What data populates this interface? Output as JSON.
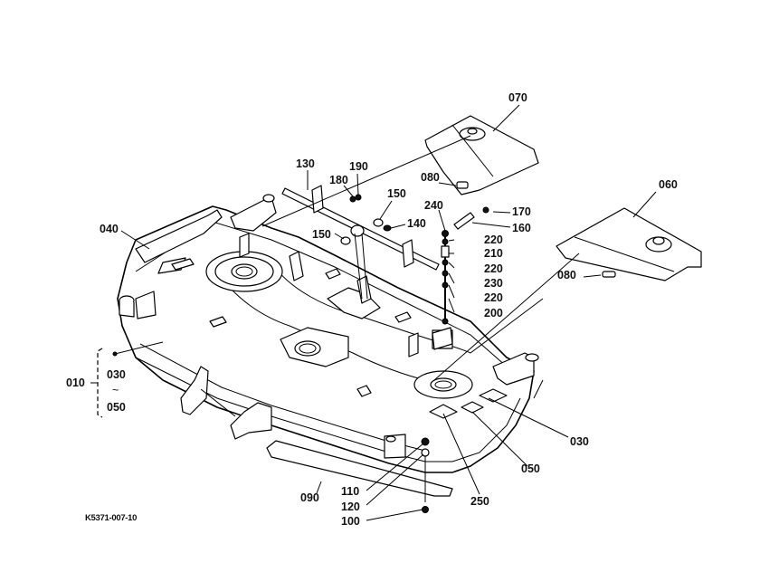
{
  "diagram": {
    "title": "Mower deck parts exploded view",
    "drawing_code": "K5371-007-10",
    "labels": [
      {
        "id": "070",
        "text": "070"
      },
      {
        "id": "130",
        "text": "130"
      },
      {
        "id": "190",
        "text": "190"
      },
      {
        "id": "180",
        "text": "180"
      },
      {
        "id": "150a",
        "text": "150"
      },
      {
        "id": "150b",
        "text": "150"
      },
      {
        "id": "140",
        "text": "140"
      },
      {
        "id": "080a",
        "text": "080"
      },
      {
        "id": "240",
        "text": "240"
      },
      {
        "id": "170",
        "text": "170"
      },
      {
        "id": "160",
        "text": "160"
      },
      {
        "id": "220a",
        "text": "220"
      },
      {
        "id": "210",
        "text": "210"
      },
      {
        "id": "220b",
        "text": "220"
      },
      {
        "id": "230",
        "text": "230"
      },
      {
        "id": "220c",
        "text": "220"
      },
      {
        "id": "200",
        "text": "200"
      },
      {
        "id": "060",
        "text": "060"
      },
      {
        "id": "080b",
        "text": "080"
      },
      {
        "id": "040",
        "text": "040"
      },
      {
        "id": "010",
        "text": "010"
      },
      {
        "id": "030a",
        "text": "030"
      },
      {
        "id": "range",
        "text": "~"
      },
      {
        "id": "050a",
        "text": "050"
      },
      {
        "id": "030b",
        "text": "030"
      },
      {
        "id": "050b",
        "text": "050"
      },
      {
        "id": "250",
        "text": "250"
      },
      {
        "id": "090",
        "text": "090"
      },
      {
        "id": "110",
        "text": "110"
      },
      {
        "id": "120",
        "text": "120"
      },
      {
        "id": "100",
        "text": "100"
      }
    ]
  }
}
